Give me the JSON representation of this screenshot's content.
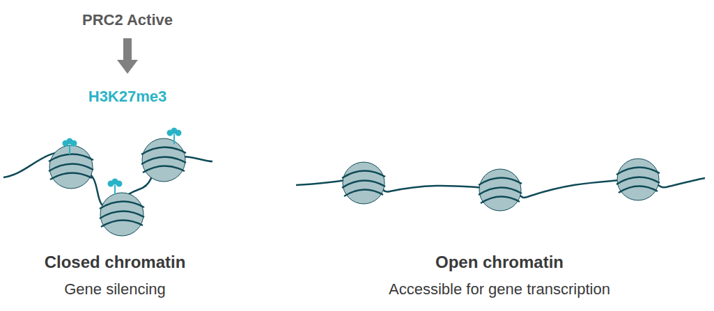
{
  "diagram": {
    "labels": [
      "PRC2 Active",
      "H3K27me3",
      "Closed chromatin",
      "Gene silencing",
      "Open chromatin",
      "Accessible for gene transcription"
    ]
  }
}
